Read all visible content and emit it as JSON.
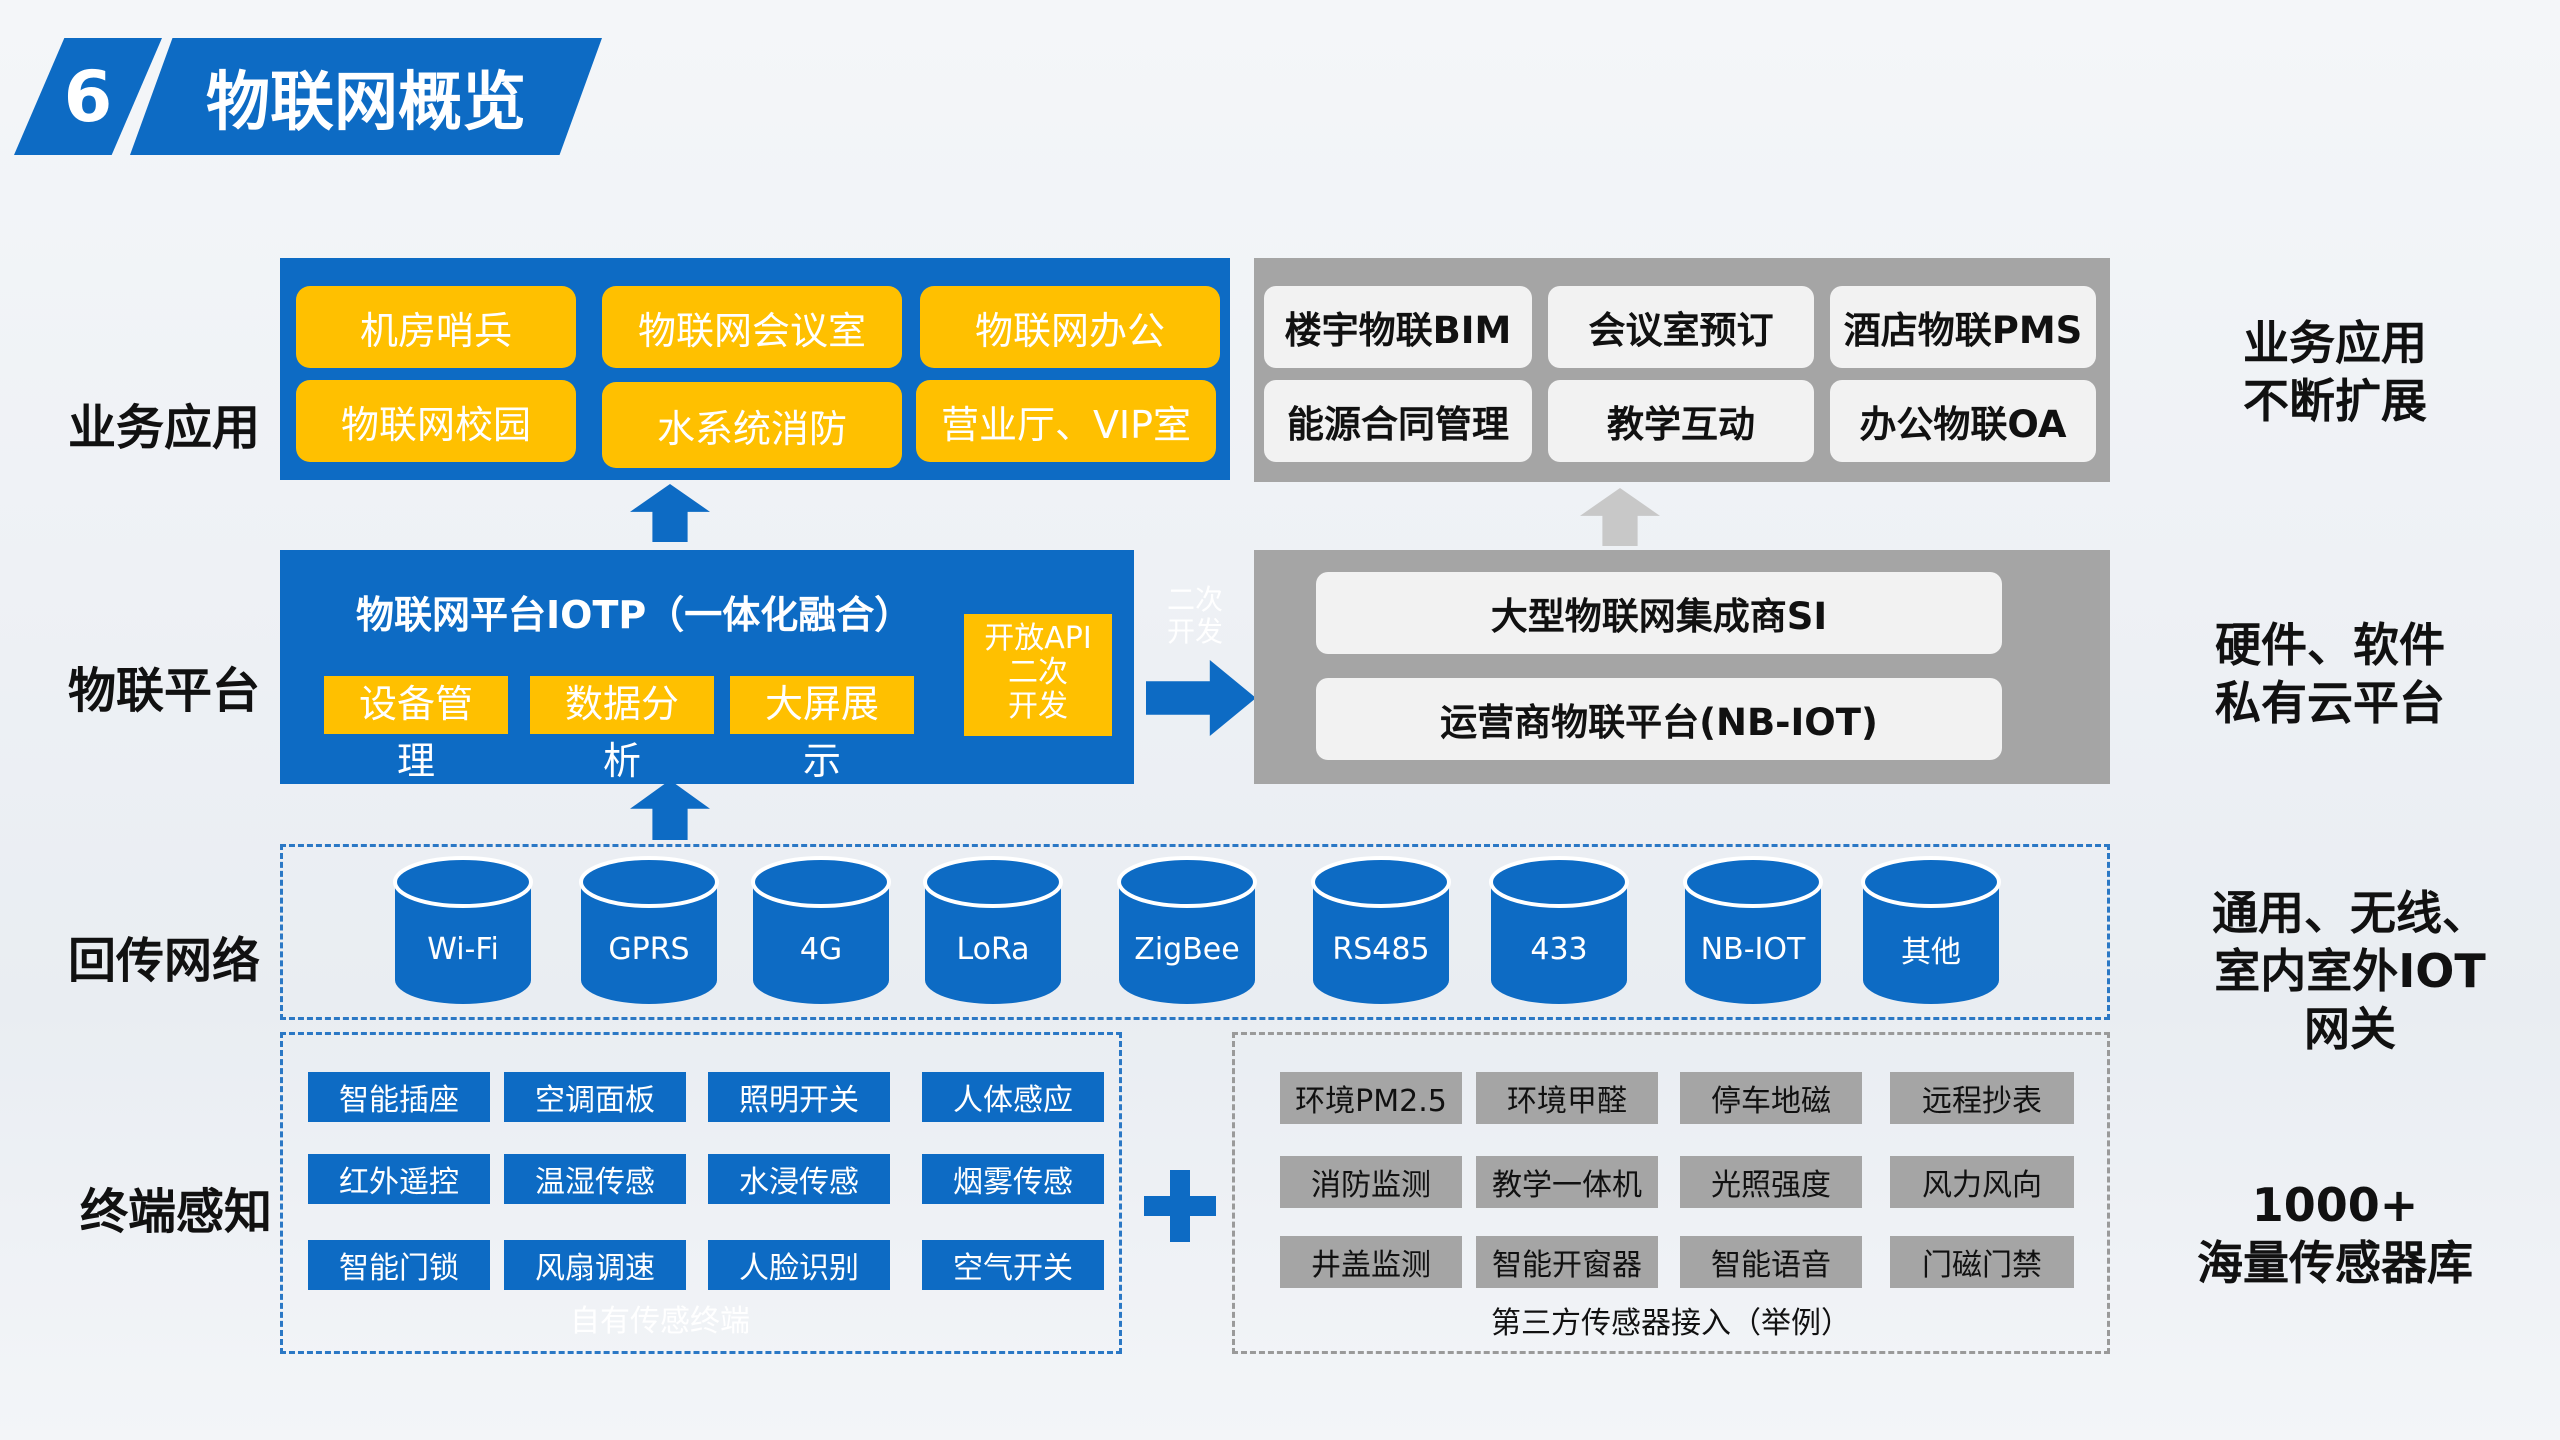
{
  "header": {
    "number": "6",
    "title": "物联网概览"
  },
  "row_labels": {
    "business": "业务应用",
    "platform": "物联平台",
    "network": "回传网络",
    "terminal": "终端感知"
  },
  "side_notes": {
    "business": [
      "业务应用",
      "不断扩展"
    ],
    "platform": [
      "硬件、软件",
      "私有云平台"
    ],
    "network": [
      "通用、无线、",
      "室内室外IOT",
      "网关"
    ],
    "terminal": [
      "1000+",
      "海量传感器库"
    ]
  },
  "business_own": [
    "机房哨兵",
    "物联网会议室",
    "物联网办公",
    "物联网校园",
    "水系统消防",
    "营业厅、VIP室"
  ],
  "business_third": [
    "楼宇物联BIM",
    "会议室预订",
    "酒店物联PMS",
    "能源合同管理",
    "教学互动",
    "办公物联OA"
  ],
  "platform_own": {
    "title": "物联网平台IOTP（一体化融合）",
    "modules": [
      {
        "line1": "设备管",
        "line2": "理"
      },
      {
        "line1": "数据分",
        "line2": "析"
      },
      {
        "line1": "大屏展",
        "line2": "示"
      }
    ],
    "api": [
      "开放API",
      "二次",
      "开发"
    ]
  },
  "secondary_dev": [
    "二次",
    "开发"
  ],
  "platform_third": [
    "大型物联网集成商SI",
    "运营商物联平台(NB-IOT)"
  ],
  "networks": [
    "Wi-Fi",
    "GPRS",
    "4G",
    "LoRa",
    "ZigBee",
    "RS485",
    "433",
    "NB-IOT",
    "其他"
  ],
  "sensors_own": {
    "items": [
      "智能插座",
      "空调面板",
      "照明开关",
      "人体感应",
      "红外遥控",
      "温湿传感",
      "水浸传感",
      "烟雾传感",
      "智能门锁",
      "风扇调速",
      "人脸识别",
      "空气开关"
    ],
    "caption": "自有传感终端"
  },
  "sensors_third": {
    "items": [
      "环境PM2.5",
      "环境甲醛",
      "停车地磁",
      "远程抄表",
      "消防监测",
      "教学一体机",
      "光照强度",
      "风力风向",
      "井盖监测",
      "智能开窗器",
      "智能语音",
      "门磁门禁"
    ],
    "caption": "第三方传感器接入（举例）"
  },
  "colors": {
    "blue": "#0d6bc4",
    "yellow": "#ffc000",
    "gray": "#a5a5a5",
    "light_gray": "#f2f2f2"
  }
}
